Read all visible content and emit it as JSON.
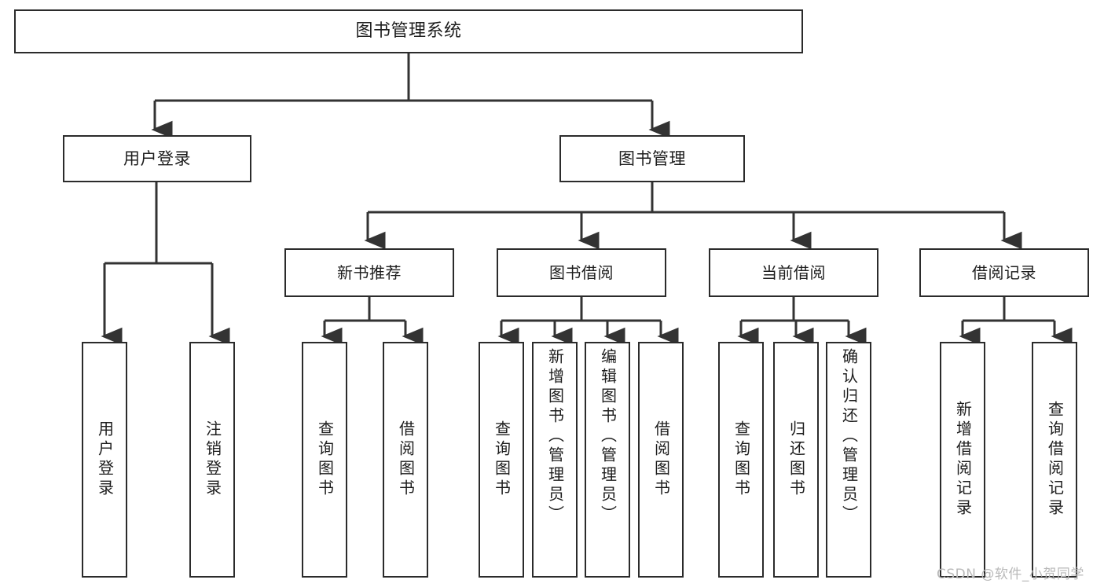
{
  "diagram": {
    "type": "tree-hierarchy",
    "title": "图书管理系统",
    "watermark": "CSDN @软件_小贺同学",
    "colors": {
      "box_border": "#2b2b2b",
      "box_fill": "#ffffff",
      "connector": "#333333",
      "text": "#1d1d1d",
      "watermark": "#b9b9b9",
      "background": "#ffffff"
    },
    "root": {
      "label": "图书管理系统"
    },
    "level2": [
      {
        "label": "用户登录"
      },
      {
        "label": "图书管理"
      }
    ],
    "level3": [
      {
        "label": "新书推荐"
      },
      {
        "label": "图书借阅"
      },
      {
        "label": "当前借阅"
      },
      {
        "label": "借阅记录"
      }
    ],
    "leaves": {
      "user_login": [
        {
          "label": "用户登录"
        },
        {
          "label": "注销登录"
        }
      ],
      "new_book_recommend": [
        {
          "label": "查询图书"
        },
        {
          "label": "借阅图书"
        }
      ],
      "book_borrow": [
        {
          "label": "查询图书"
        },
        {
          "label": "新增图书（管理员）"
        },
        {
          "label": "编辑图书（管理员）"
        },
        {
          "label": "借阅图书"
        }
      ],
      "current_borrow": [
        {
          "label": "查询图书"
        },
        {
          "label": "归还图书"
        },
        {
          "label": "确认归还（管理员）"
        }
      ],
      "borrow_record": [
        {
          "label": "新增借阅记录"
        },
        {
          "label": "查询借阅记录"
        }
      ]
    }
  }
}
